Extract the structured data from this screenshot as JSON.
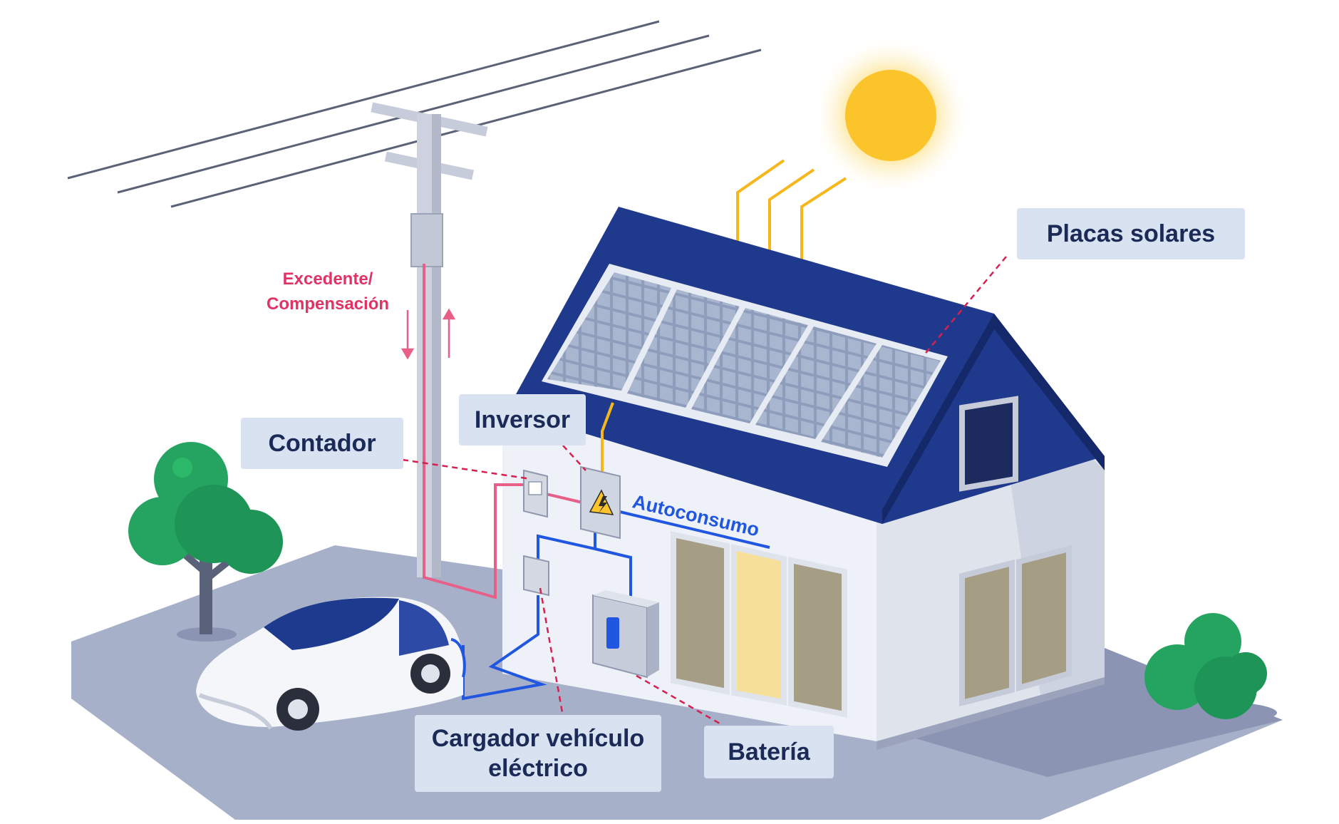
{
  "labels": {
    "placas_solares": "Placas solares",
    "inversor": "Inversor",
    "contador": "Contador",
    "autoconsumo": "Autoconsumo",
    "excedente_line1": "Excedente/",
    "excedente_line2": "Compensación",
    "cargador_line1": "Cargador vehículo",
    "cargador_line2": "eléctrico",
    "bateria": "Batería"
  },
  "colors": {
    "label_bg": "#d9e2f1",
    "label_text": "#1b2a57",
    "excedente_red": "#e23264",
    "autoconsumo_blue": "#2157e0",
    "sun_yellow": "#fbc42b",
    "roof_navy": "#1d3a8f",
    "tree_green": "#24a460"
  }
}
